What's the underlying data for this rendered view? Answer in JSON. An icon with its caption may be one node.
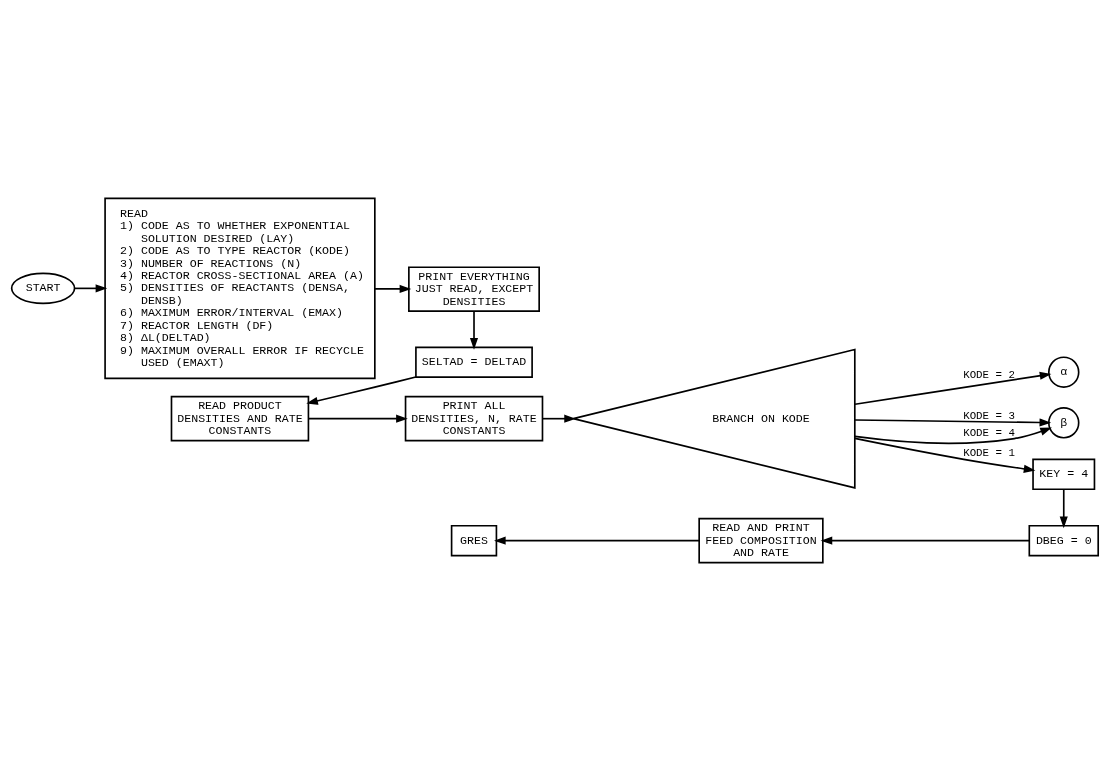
{
  "diagram": {
    "nodes": [
      {
        "text": [
          "START"
        ]
      },
      {
        "text": [
          "READ",
          "1) CODE AS TO WHETHER EXPONENTIAL SOLUTION DESIRED (LAY)",
          "2) CODE AS TO TYPE REACTOR (KODE)",
          "3) NUMBER OF REACTIONS (N)",
          "4) REACTOR CROSS-SECTIONAL AREA (A)",
          "5) DENSITIES OF REACTANTS (DENSA, DENSB)",
          "6) MAXIMUM ERROR/INTERVAL (EMAX)",
          "7) REACTOR LENGTH (DF)",
          "8) ΔL(DELTAD)",
          "9) MAXIMUM OVERALL ERROR IF RECYCLE USED (EMAXT)"
        ]
      },
      {
        "text": [
          "PRINT EVERYTHING JUST READ, EXCEPT DENSITIES"
        ]
      },
      {
        "text": [
          "SELTAD = DELTAD"
        ]
      },
      {
        "text": [
          "READ PRODUCT DENSITIES AND RATE CONSTANTS"
        ]
      },
      {
        "text": [
          "PRINT ALL DENSITIES, N, RATE CONSTANTS"
        ]
      },
      {
        "text": [
          "BRANCH ON KODE"
        ]
      },
      {
        "text": [
          "α"
        ]
      },
      {
        "text": [
          "β"
        ]
      },
      {
        "text": [
          "KEY = 4"
        ]
      },
      {
        "text": [
          "DBEG = 0"
        ]
      },
      {
        "text": [
          "READ AND PRINT FEED COMPOSITION AND RATE"
        ]
      },
      {
        "text": [
          "GRES"
        ]
      }
    ],
    "edges": [
      {
        "from": 0,
        "to": 1,
        "arrow": "to"
      },
      {
        "from": 1,
        "to": 2,
        "arrow": "to"
      },
      {
        "from": 2,
        "to": 3,
        "arrow": "to"
      },
      {
        "from": 3,
        "to": 4,
        "arrow": "to"
      },
      {
        "from": 4,
        "to": 5,
        "arrow": "to"
      },
      {
        "from": 5,
        "to": 6,
        "arrow": "to"
      },
      {
        "from": 6,
        "to": 7,
        "arrow": "to",
        "label": "KODE = 2"
      },
      {
        "from": 6,
        "to": 8,
        "arrow": "to",
        "label": "KODE = 3"
      },
      {
        "from": 6,
        "to": 8,
        "arrow": "to",
        "label": "KODE = 4"
      },
      {
        "from": 6,
        "to": 9,
        "arrow": "to",
        "label": "KODE = 1"
      },
      {
        "from": 9,
        "to": 10,
        "arrow": "to"
      },
      {
        "from": 10,
        "to": 11,
        "arrow": "to"
      },
      {
        "from": 11,
        "to": 12,
        "arrow": "to"
      }
    ]
  }
}
